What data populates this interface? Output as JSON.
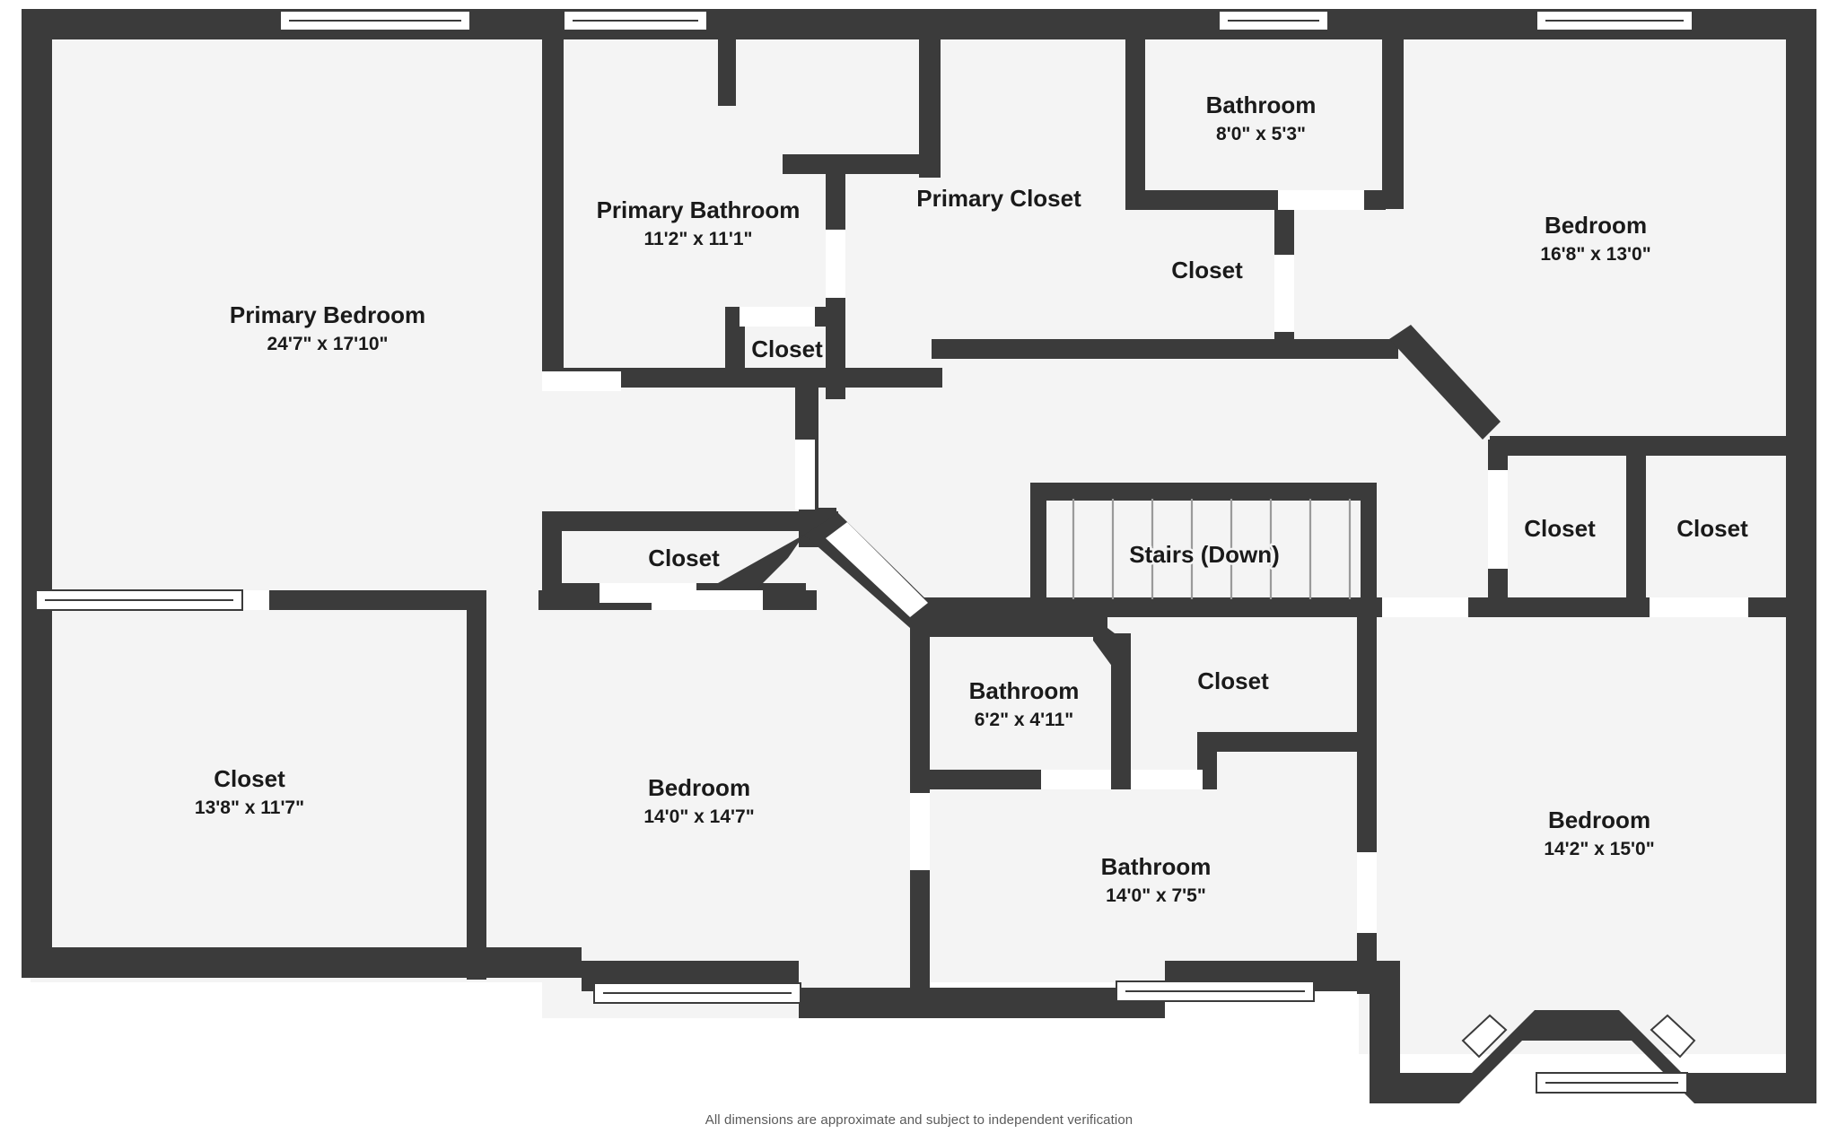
{
  "document": {
    "type": "floor-plan",
    "footer_note": "All dimensions are approximate and subject to independent verification",
    "colors": {
      "wall": "#3b3b3b",
      "room_fill": "#f4f4f4",
      "page_background": "#ffffff",
      "opening": "#ffffff",
      "stair_tread": "#9a9a9a",
      "label_text": "#1a1a1a",
      "footer_text": "#5a5a5a"
    }
  },
  "rooms": [
    {
      "id": "primary-bedroom",
      "name": "Primary Bedroom",
      "dimensions": "24'7\" x 17'10\""
    },
    {
      "id": "primary-bathroom",
      "name": "Primary Bathroom",
      "dimensions": "11'2\" x 11'1\""
    },
    {
      "id": "primary-closet",
      "name": "Primary Closet",
      "dimensions": ""
    },
    {
      "id": "bathroom-upper",
      "name": "Bathroom",
      "dimensions": "8'0\" x 5'3\""
    },
    {
      "id": "closet-upper-mid",
      "name": "Closet",
      "dimensions": ""
    },
    {
      "id": "bedroom-upper-right",
      "name": "Bedroom",
      "dimensions": "16'8\" x 13'0\""
    },
    {
      "id": "closet-center-small",
      "name": "Closet",
      "dimensions": ""
    },
    {
      "id": "closet-hall",
      "name": "Closet",
      "dimensions": ""
    },
    {
      "id": "stairs",
      "name": "Stairs (Down)",
      "dimensions": ""
    },
    {
      "id": "closet-right-a",
      "name": "Closet",
      "dimensions": ""
    },
    {
      "id": "closet-right-b",
      "name": "Closet",
      "dimensions": ""
    },
    {
      "id": "closet-lower-left",
      "name": "Closet",
      "dimensions": "13'8\" x 11'7\""
    },
    {
      "id": "bedroom-lower-mid",
      "name": "Bedroom",
      "dimensions": "14'0\" x 14'7\""
    },
    {
      "id": "bathroom-small",
      "name": "Bathroom",
      "dimensions": "6'2\" x 4'11\""
    },
    {
      "id": "closet-lower-mid",
      "name": "Closet",
      "dimensions": ""
    },
    {
      "id": "bathroom-lower",
      "name": "Bathroom",
      "dimensions": "14'0\" x 7'5\""
    },
    {
      "id": "bedroom-lower-right",
      "name": "Bedroom",
      "dimensions": "14'2\" x 15'0\""
    }
  ]
}
